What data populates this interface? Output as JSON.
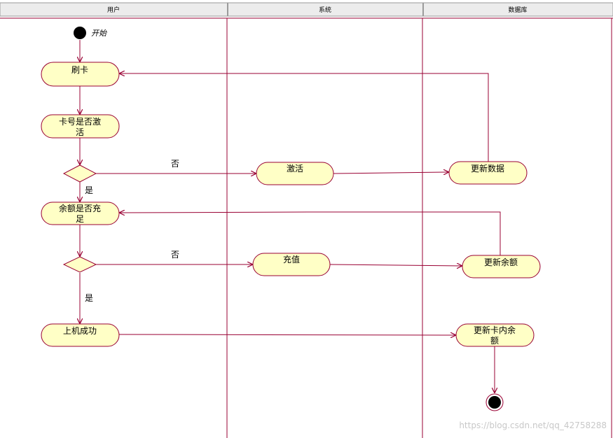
{
  "colors": {
    "node_fill": "#ffffc6",
    "node_stroke": "#990033",
    "edge": "#990033",
    "lane_line": "#990033",
    "header_bg": "#ececec",
    "watermark": "#c8c8c8"
  },
  "lanes": [
    {
      "id": "user",
      "label": "用户"
    },
    {
      "id": "system",
      "label": "系统"
    },
    {
      "id": "database",
      "label": "数据库"
    }
  ],
  "start": {
    "label": "开始"
  },
  "nodes": {
    "swipe": {
      "lines": [
        "刷卡"
      ]
    },
    "check_active": {
      "lines": [
        "卡号是否激",
        "活"
      ]
    },
    "check_balance": {
      "lines": [
        "余额是否充",
        "足"
      ]
    },
    "login_ok": {
      "lines": [
        "上机成功"
      ]
    },
    "activate": {
      "lines": [
        "激活"
      ]
    },
    "recharge": {
      "lines": [
        "充值"
      ]
    },
    "update_data": {
      "lines": [
        "更新数据"
      ]
    },
    "update_balance": {
      "lines": [
        "更新余额"
      ]
    },
    "update_card_balance": {
      "lines": [
        "更新卡内余",
        "额"
      ]
    }
  },
  "edge_labels": {
    "no1": "否",
    "yes1": "是",
    "no2": "否",
    "yes2": "是"
  },
  "watermark": "https://blog.csdn.net/qq_42758288"
}
